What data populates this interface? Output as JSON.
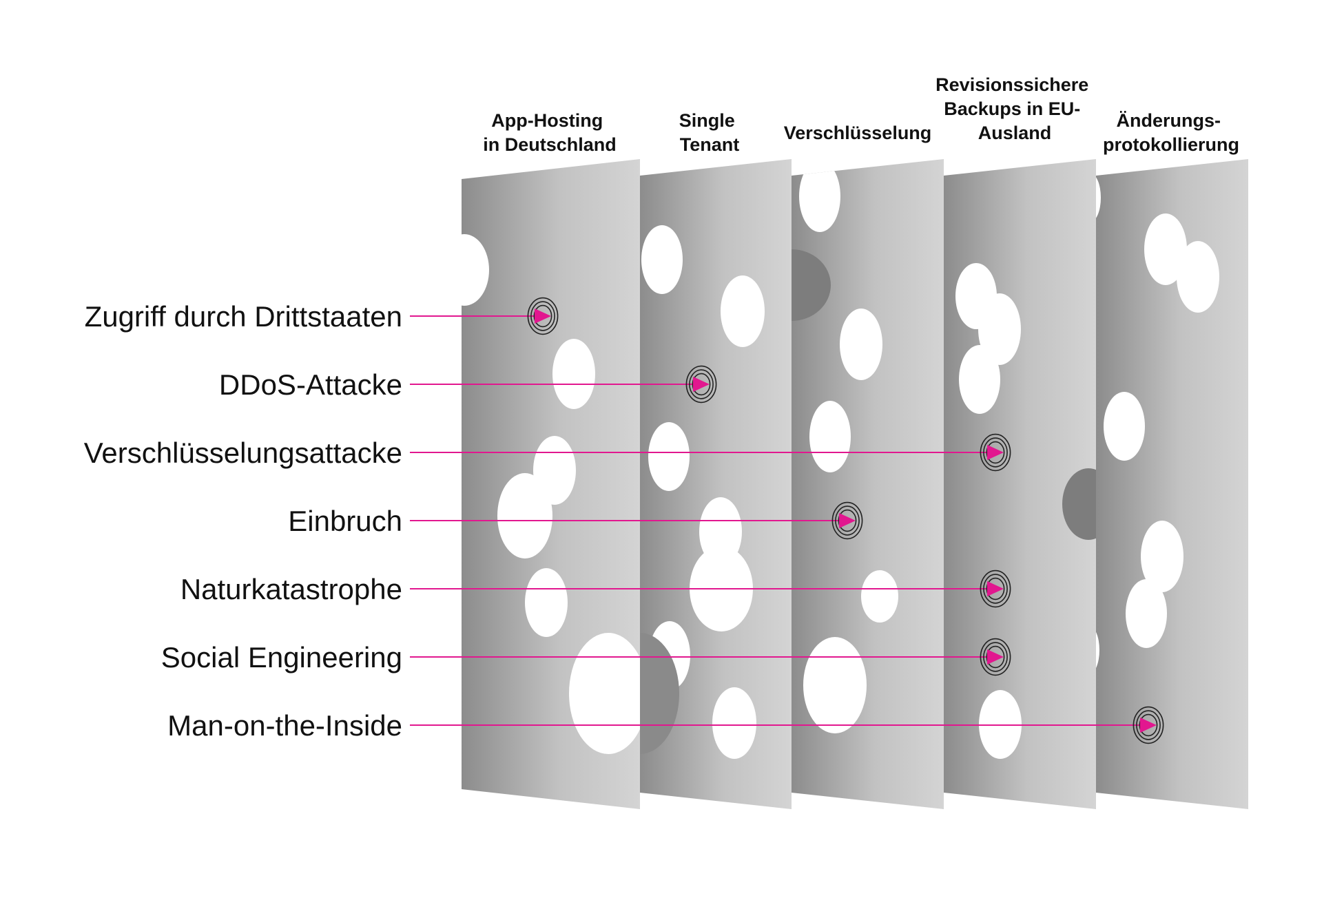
{
  "colors": {
    "accent": "#e2178f",
    "slice_dark": "#8c8c8c",
    "slice_light": "#d1d1d1",
    "hole": "#ffffff",
    "text": "#111111"
  },
  "icons": [
    "target-icon",
    "arrow-icon"
  ],
  "layers": [
    {
      "id": "app-hosting",
      "title_lines": [
        "App-Hosting",
        "in Deutschland"
      ]
    },
    {
      "id": "single-tenant",
      "title_lines": [
        "Single",
        "Tenant"
      ]
    },
    {
      "id": "verschluesselung",
      "title_lines": [
        "Verschlüsselung"
      ]
    },
    {
      "id": "backups",
      "title_lines": [
        "Revisionssichere",
        "Backups in EU-",
        "Ausland"
      ]
    },
    {
      "id": "aenderungsprotokoll",
      "title_lines": [
        "Änderungs-",
        "protokollierung"
      ]
    }
  ],
  "threats": [
    {
      "id": "zugriff",
      "label": "Zugriff durch Drittstaaten",
      "stopped_by_layer": 1
    },
    {
      "id": "ddos",
      "label": "DDoS-Attacke",
      "stopped_by_layer": 2
    },
    {
      "id": "verschluesselungsattacke",
      "label": "Verschlüsselungsattacke",
      "stopped_by_layer": 4
    },
    {
      "id": "einbruch",
      "label": "Einbruch",
      "stopped_by_layer": 3
    },
    {
      "id": "naturkatastrophe",
      "label": "Naturkatastrophe",
      "stopped_by_layer": 4
    },
    {
      "id": "social-engineering",
      "label": "Social Engineering",
      "stopped_by_layer": 4
    },
    {
      "id": "man-on-the-inside",
      "label": "Man-on-the-Inside",
      "stopped_by_layer": 5
    }
  ]
}
